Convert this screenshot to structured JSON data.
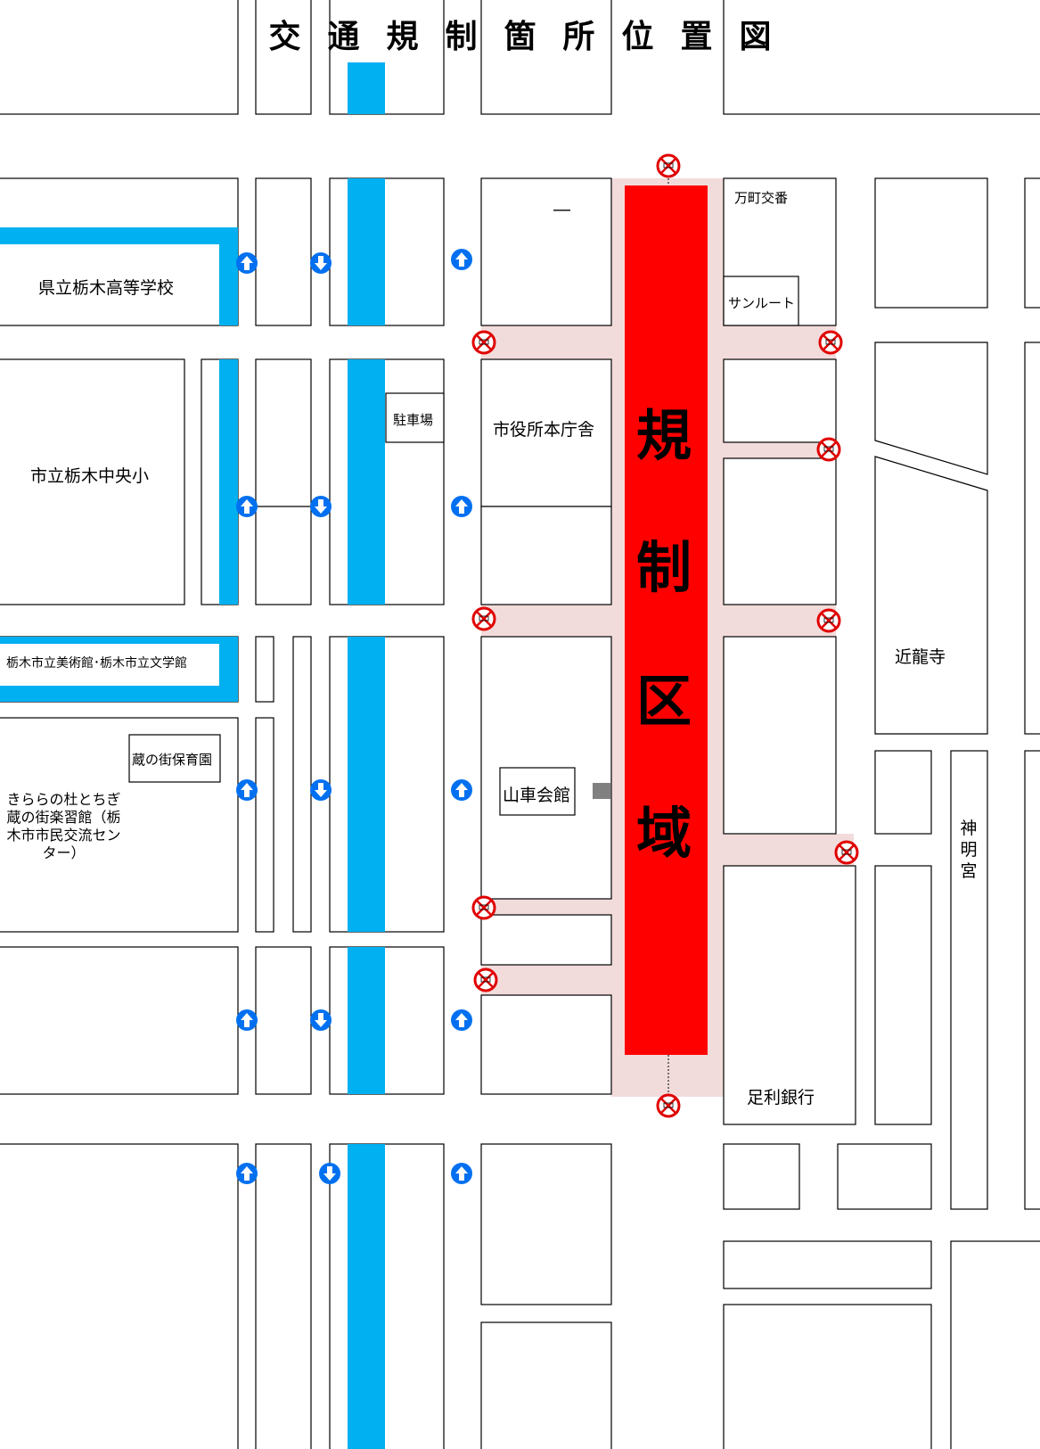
{
  "title": "交通規制箇所位置図",
  "zone_label": [
    "規",
    "制",
    "区",
    "域"
  ],
  "labels": {
    "school_high": "県立栃木高等学校",
    "school_elem": "市立栃木中央小",
    "museum": "栃木市立美術館･栃木市立文学館",
    "kura_nursery": "蔵の街保育園",
    "kirara": "きららの杜とちぎ蔵の街楽習館（栃木市市民交流センター）",
    "parking": "駐車場",
    "city_hall": "市役所本庁舎",
    "dash": "―",
    "dashi_kaikan": "山車会館",
    "police_box": "万町交番",
    "sunroute": "サンルート",
    "kinryuji": "近龍寺",
    "shinmeigu": "神明宮",
    "ashikaga_bank": "足利銀行"
  },
  "colors": {
    "zone": "#ff0000",
    "zone_shade": "#f2dcdb",
    "river": "#00b0f0",
    "arrow": "#0070f0",
    "no_entry": "#e00000",
    "building_outline": "#000000",
    "marker": "#808080"
  },
  "icons": {
    "one_way_up": "arrow-up-circle-icon",
    "one_way_down": "arrow-down-circle-icon",
    "no_entry": "no-vehicle-entry-icon"
  }
}
